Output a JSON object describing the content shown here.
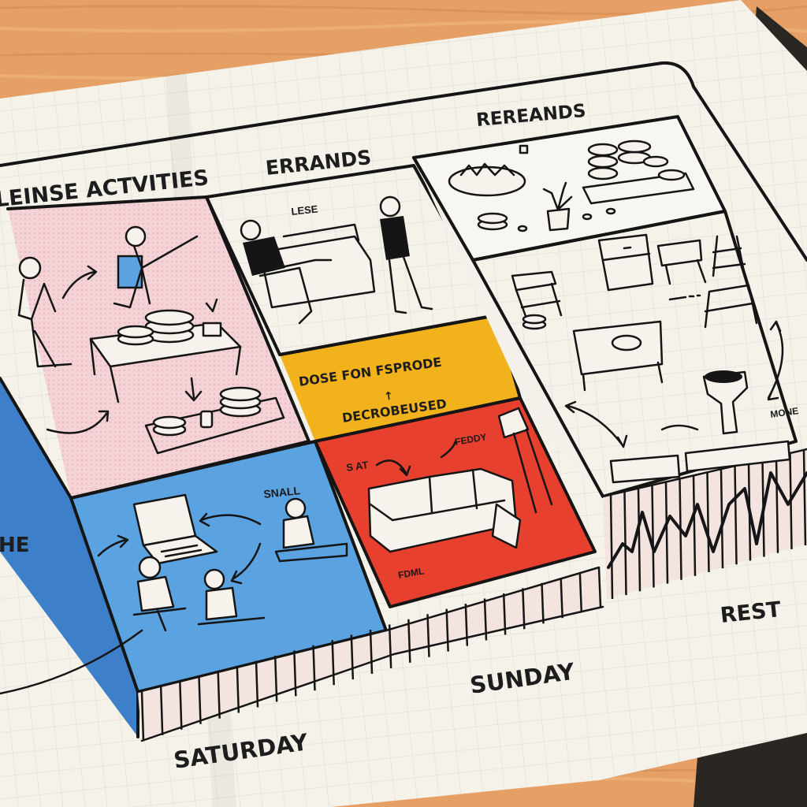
{
  "labels": {
    "leisure_activities": "LEINSE ACTVITIES",
    "errands": "ERRANDS",
    "rereands": "REREANDS",
    "lese": "LESE",
    "dose_line1": "DOSE FON FSPRODE",
    "dose_arrow": "↑",
    "dose_line2": "DECROBEUSED",
    "small": "SNALL",
    "feddy": "FEDDY",
    "sat": "S AT",
    "fdml": "FDML",
    "mone": "MONE",
    "edge_he": "HE",
    "rest": "REST",
    "saturday": "SATURDAY",
    "sunday": "SUNDAY"
  },
  "colors": {
    "wood": "#e8a56a",
    "paper": "#f5f2ea",
    "pink_zone": "#f4d3d6",
    "yellow_zone": "#f2b21c",
    "blue_zone": "#5aa2e0",
    "red_zone": "#e8402e",
    "blue_side": "#3d7fc9",
    "ink": "#151515"
  },
  "icons": [
    "person-icon",
    "desk-icon",
    "plates-icon",
    "sofa-icon",
    "laptop-icon",
    "lamp-icon",
    "plant-icon",
    "chair-icon",
    "mug-icon",
    "arrow-icon"
  ]
}
